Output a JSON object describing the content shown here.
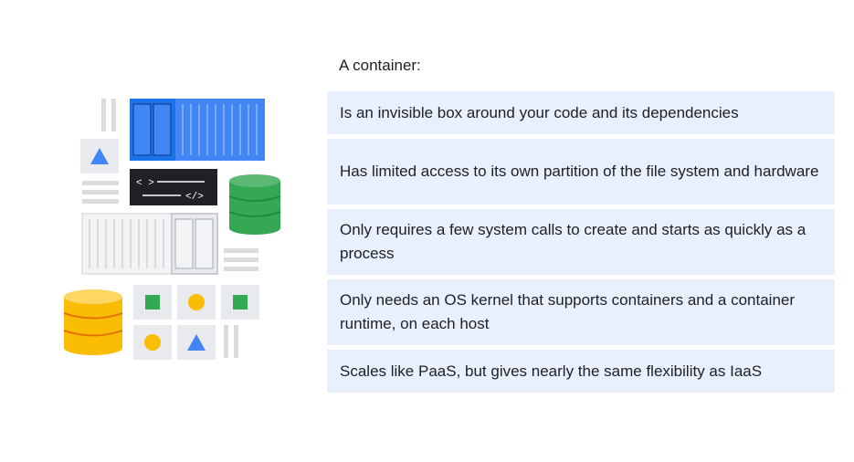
{
  "slide": {
    "heading": "A container:",
    "bullets": [
      "Is an invisible box around your code and its dependencies",
      "Has limited access to its own partition of the file system and hardware",
      "Only requires a few system calls to create and starts as quickly as a process",
      "Only needs an OS kernel that supports containers and a container runtime, on each host",
      "Scales like PaaS, but gives nearly the same flexibility as IaaS"
    ]
  },
  "illustration": {
    "code_glyph_left": "< >",
    "code_glyph_right": "</>",
    "colors": {
      "blue": "#4285f4",
      "dark_blue": "#1a56c4",
      "green": "#34a853",
      "yellow": "#fbbc04",
      "gray": "#e8eaed",
      "dark_gray": "#bdc1c6",
      "black": "#202124"
    }
  }
}
